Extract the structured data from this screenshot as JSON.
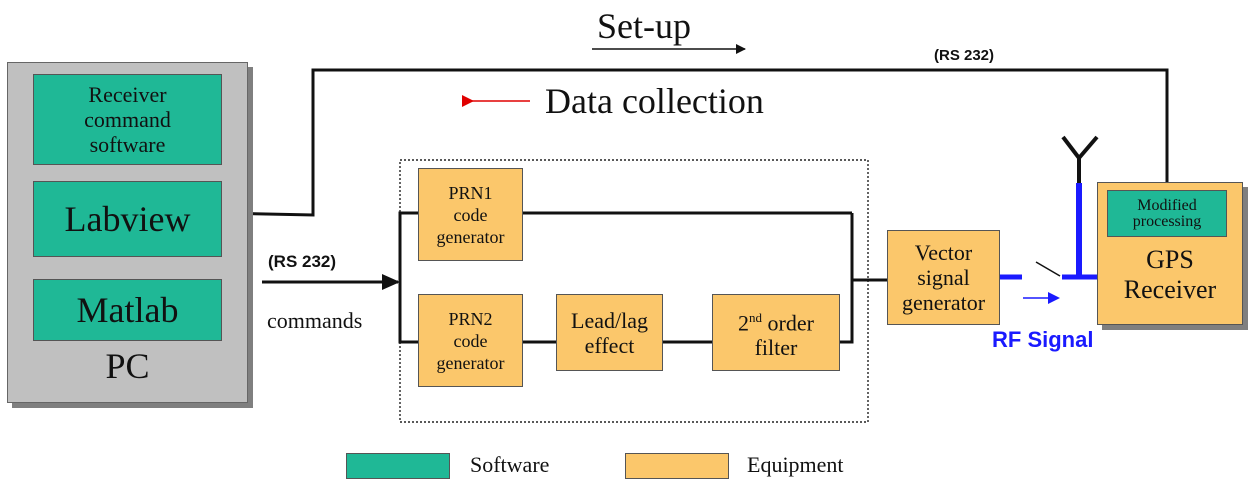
{
  "pc": {
    "label": "PC",
    "receiver_software": "Receiver\ncommand\nsoftware",
    "labview": "Labview",
    "matlab": "Matlab"
  },
  "generators": {
    "prn1": "PRN1\ncode\ngenerator",
    "prn2": "PRN2\ncode\ngenerator",
    "lead_lag": "Lead/lag\neffect",
    "filter_order": "2",
    "filter_sup": "nd",
    "filter_rest": " order",
    "filter_line2": "filter"
  },
  "vector_signal_generator": "Vector\nsignal\ngenerator",
  "gps": {
    "modified_processing": "Modified\nprocessing",
    "receiver": "GPS\nReceiver"
  },
  "labels": {
    "setup": "Set-up",
    "data_collection": "Data collection",
    "rs232_top": "(RS 232)",
    "rs232_left": "(RS 232)",
    "commands": "commands",
    "rf_signal": "RF Signal"
  },
  "legend": {
    "software": "Software",
    "equipment": "Equipment"
  },
  "colors": {
    "software": "#1fb896",
    "equipment": "#fbc76b",
    "pc_gray": "#c0c0c0",
    "rf_blue": "#1a1aff",
    "arrow_red": "#e00000"
  }
}
